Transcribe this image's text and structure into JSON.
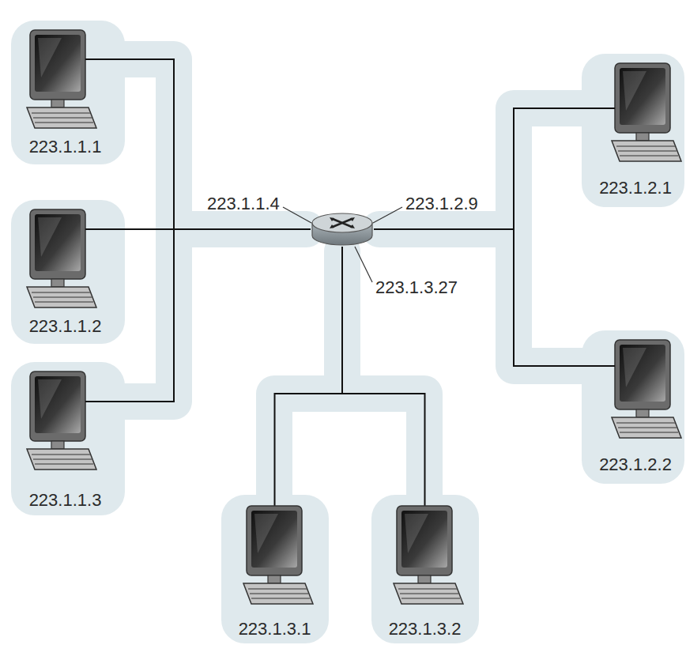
{
  "diagram": {
    "nodes": [
      {
        "text": [
          "223.1.1.1"
        ]
      },
      {
        "text": [
          "223.1.1.2"
        ]
      },
      {
        "text": [
          "223.1.1.3"
        ]
      },
      {
        "text": [
          "223.1.1.4",
          "223.1.2.9",
          "223.1.3.27"
        ]
      },
      {
        "text": [
          "223.1.2.1"
        ]
      },
      {
        "text": [
          "223.1.2.2"
        ]
      },
      {
        "text": [
          "223.1.3.1"
        ]
      },
      {
        "text": [
          "223.1.3.2"
        ]
      }
    ],
    "edges": [
      {
        "from": 0,
        "to": 3,
        "arrow": "none"
      },
      {
        "from": 1,
        "to": 3,
        "arrow": "none"
      },
      {
        "from": 2,
        "to": 3,
        "arrow": "none"
      },
      {
        "from": 4,
        "to": 3,
        "arrow": "none"
      },
      {
        "from": 5,
        "to": 3,
        "arrow": "none"
      },
      {
        "from": 6,
        "to": 3,
        "arrow": "none"
      },
      {
        "from": 7,
        "to": 3,
        "arrow": "none"
      }
    ]
  }
}
